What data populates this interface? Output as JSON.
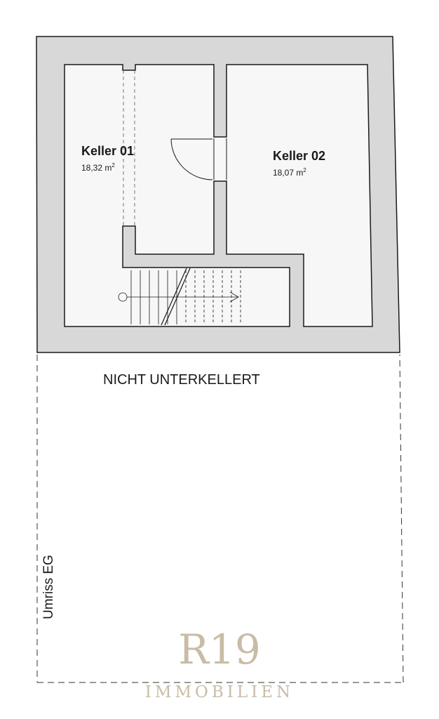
{
  "rooms": [
    {
      "name": "Keller 01",
      "area_value": "18,32 m",
      "area_unit_sup": "2"
    },
    {
      "name": "Keller 02",
      "area_value": "18,07 m",
      "area_unit_sup": "2"
    }
  ],
  "note": "NICHT UNTERKELLERT",
  "outline_label": "Umriss EG",
  "logo": {
    "main": "R19",
    "sub": "IMMOBILIEN"
  },
  "colors": {
    "wall": "#d8d8d8",
    "floor": "#f7f7f7",
    "line": "#1a1a1a",
    "logo": "#c9bca6"
  }
}
